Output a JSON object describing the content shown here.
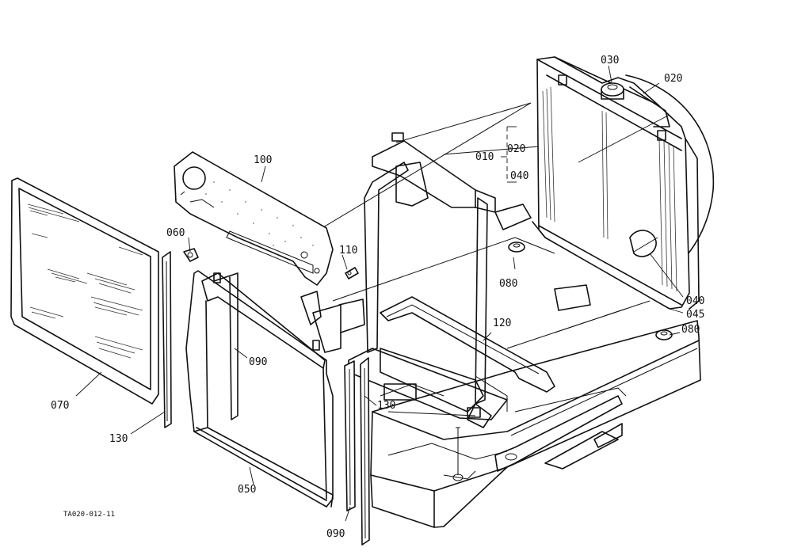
{
  "labels": {
    "p010": "010",
    "p020a": "020",
    "p020b": "020",
    "p030": "030",
    "p040a": "040",
    "p040b": "040",
    "p045": "045",
    "p050": "050",
    "p060": "060",
    "p070": "070",
    "p080a": "080",
    "p080b": "080",
    "p090a": "090",
    "p090b": "090",
    "p100": "100",
    "p110": "110",
    "p120": "120",
    "p130a": "130",
    "p130b": "130"
  },
  "drawing_code": "TA020-012-11"
}
